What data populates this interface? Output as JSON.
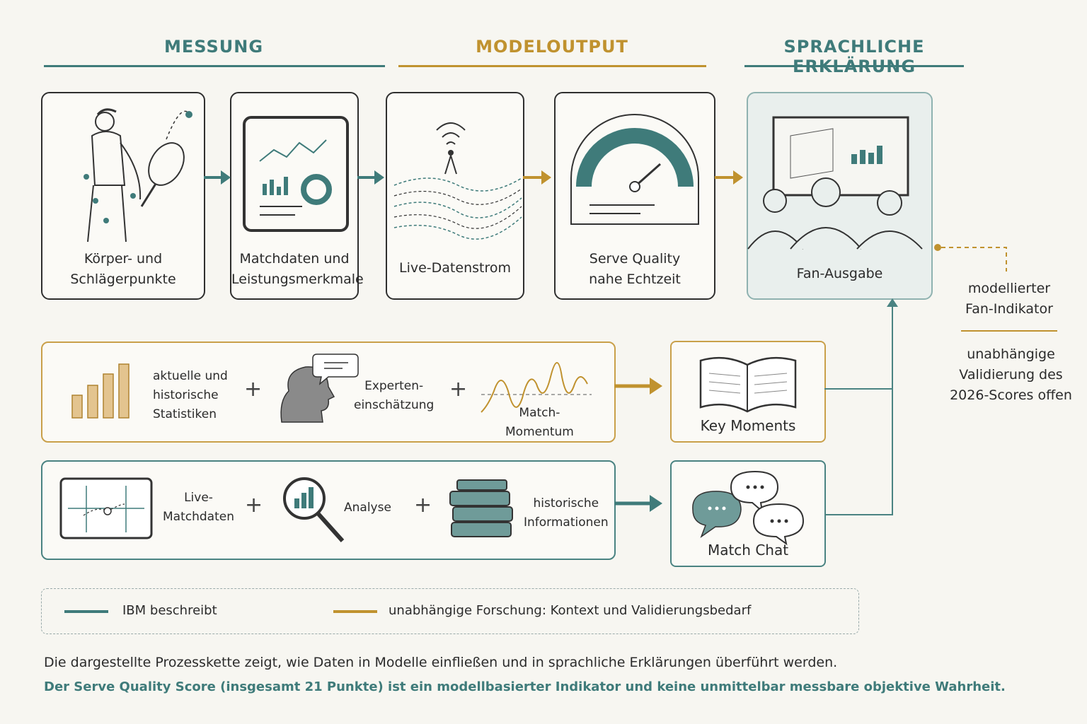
{
  "headers": {
    "measurement": "MESSUNG",
    "model_output": "MODELOUTPUT",
    "explanation": "SPRACHLICHE ERKLÄRUNG"
  },
  "pipeline": [
    {
      "lines": [
        "Körper- und",
        "Schlägerpunkte"
      ]
    },
    {
      "lines": [
        "Matchdaten und",
        "Leistungsmerkmale"
      ]
    },
    {
      "lines": [
        "Live-Datenstrom"
      ]
    },
    {
      "lines": [
        "Serve Quality",
        "nahe Echtzeit"
      ]
    },
    {
      "lines": [
        "Fan-Ausgabe"
      ]
    }
  ],
  "key_moments_row": {
    "stats": [
      "aktuelle und",
      "historische",
      "Statistiken"
    ],
    "expert": [
      "Experten-",
      "einschätzung"
    ],
    "momentum": [
      "Match-",
      "Momentum"
    ],
    "plus": "+",
    "output": "Key Moments"
  },
  "match_chat_row": {
    "live": [
      "Live-",
      "Matchdaten"
    ],
    "analysis": "Analyse",
    "history": [
      "historische",
      "Informationen"
    ],
    "plus": "+",
    "output": "Match Chat"
  },
  "side_note": {
    "indicator": [
      "modellierter",
      "Fan-Indikator"
    ],
    "validation": [
      "unabhängige",
      "Validierung des",
      "2026-Scores offen"
    ]
  },
  "legend": {
    "ibm": "IBM beschreibt",
    "research": "unabhängige Forschung: Kontext und Validierungsbedarf"
  },
  "footer": {
    "line1": "Die dargestellte Prozesskette zeigt, wie Daten in Modelle einfließen und in sprachliche Erklärungen überführt werden.",
    "line2": "Der Serve Quality Score (insgesamt 21 Punkte) ist ein modellbasierter Indikator und keine unmittelbar messbare objektive Wahrheit."
  },
  "colors": {
    "teal": "#3f7b7a",
    "gold": "#c0922f",
    "ink": "#2f2f2f"
  }
}
